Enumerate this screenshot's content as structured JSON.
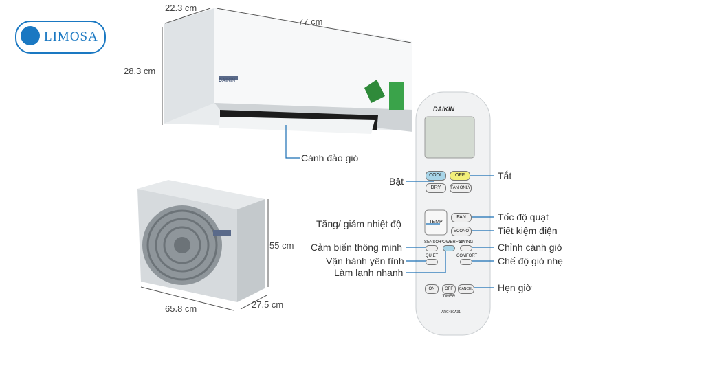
{
  "logo": {
    "text": "LIMOSA",
    "color": "#1a78c2"
  },
  "indoor_unit": {
    "depth": "22.3 cm",
    "width": "77 cm",
    "height": "28.3 cm",
    "brand": "DAIKIN",
    "louver_label": "Cánh đảo gió"
  },
  "outdoor_unit": {
    "height": "55 cm",
    "width": "65.8 cm",
    "depth": "27.5 cm"
  },
  "remote": {
    "brand": "DAIKIN",
    "model": "ARC480A31",
    "buttons": {
      "cool": "COOL",
      "off": "OFF",
      "dry": "DRY",
      "fan_only": "FAN ONLY",
      "fan": "FAN",
      "econo": "ECONO",
      "temp": "TEMP",
      "sensor": "SENSOR",
      "powerful": "POWERFUL",
      "swing": "SWING",
      "quiet": "QUIET",
      "comfort": "COMFORT",
      "timer_on": "ON",
      "timer_off": "OFF",
      "timer_cancel": "CANCEL",
      "timer": "TIMER"
    },
    "callouts": {
      "on": "Bật",
      "off": "Tắt",
      "fan_speed": "Tốc độ quạt",
      "energy_saving": "Tiết kiệm điện",
      "temp": "Tăng/ giảm nhiệt độ",
      "smart_sensor": "Cảm biến thông minh",
      "quiet": "Vận hành yên tĩnh",
      "powerful": "Làm lạnh nhanh",
      "swing": "Chỉnh cánh gió",
      "comfort": "Chế độ gió nhẹ",
      "timer": "Hẹn giờ"
    }
  },
  "colors": {
    "cool_button": "#a8d5e8",
    "off_button": "#f2ef7a",
    "callout_line": "#1a6fb5"
  }
}
